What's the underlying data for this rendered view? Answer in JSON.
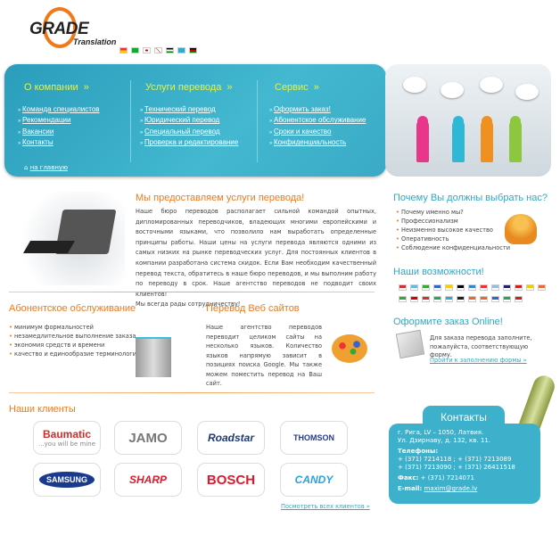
{
  "logo": {
    "brand": "GRADE",
    "sub": "Translation"
  },
  "nav": {
    "columns": [
      {
        "title": "О компании",
        "links": [
          "Команда специалистов",
          "Рекомендации",
          "Вакансии",
          "Контакты"
        ]
      },
      {
        "title": "Услуги перевода",
        "links": [
          "Технический перевод",
          "Юридический перевод",
          "Специальный перевод",
          "Проверка и редактирование"
        ]
      },
      {
        "title": "Сервис",
        "links": [
          "Оформить заказ!",
          "Абонентское обслуживание",
          "Сроки и качество",
          "Конфиденциальность"
        ]
      }
    ],
    "home": "на главную"
  },
  "intro": {
    "title": "Мы предоставляем услуги перевода!",
    "text": "Наше бюро переводов располагает сильной командой опытных, дипломированных переводчиков, владеющих многими европейскими и восточными языками, что позволило нам выработать определенные принципы работы. Наши цены на услуги перевода являются одними из самых низких на рынке переводческих услуг. Для постоянных клиентов в компании разработана система скидок. Если Вам необходим качественный перевод текста, обратитесь в наше бюро переводов, и мы выполним работу по переводу в срок. Наше агентство переводов не подводит своих клиентов!",
    "closing": "Мы всегда рады сотрудничеству!"
  },
  "subscription": {
    "title": "Абонентское обслуживание",
    "items": [
      "минимум формальностей",
      "незамедлительное выполнение заказа",
      "экономия средств и времени",
      "качество и единообразие терминологии"
    ]
  },
  "web": {
    "title": "Перевод Веб сайтов",
    "text": "Наше агентство переводов переводит целиком сайты на несколько языков. Количество языков напрямую зависит в позициях поиска Google. Мы также можем поместить перевод на Ваш сайт."
  },
  "clients": {
    "title": "Наши клиенты",
    "logos": [
      "Baumatic",
      "JAMO",
      "Roadstar",
      "THOMSON",
      "SAMSUNG",
      "SHARP",
      "BOSCH",
      "CANDY"
    ],
    "baumatic_tag": "...you will be mine",
    "all_link": "Посмотреть всех клиентов »"
  },
  "why": {
    "title": "Почему Вы должны выбрать нас?",
    "items": [
      "Почему именно мы?",
      "Профессионализм",
      "Неизменно высокое качество",
      "Оперативность",
      "Соблюдение конфиденциальности"
    ]
  },
  "abilities": {
    "title": "Наши возможности!"
  },
  "order": {
    "title": "Оформите заказ Online!",
    "text": "Для заказа перевода заполните, пожалуйста, соответствующую форму.",
    "link": "Пройти к заполнению формы »"
  },
  "contacts": {
    "title": "Контакты",
    "address1": "г. Рига, LV – 1050, Латвия.",
    "address2": "Ул. Дзирнаву, д. 132, кв. 11.",
    "phones_label": "Телефоны:",
    "phones1": "+ (371) 7214118 ; + (371) 7213089",
    "phones2": "+ (371) 7213090 ; + (371) 26411518",
    "fax_label": "Факс:",
    "fax": "+ (371) 7214071",
    "email_label": "E-mail:",
    "email": "maxim@grade.lv"
  },
  "colors": {
    "accent": "#f07a1a",
    "blue": "#3db0cb"
  }
}
